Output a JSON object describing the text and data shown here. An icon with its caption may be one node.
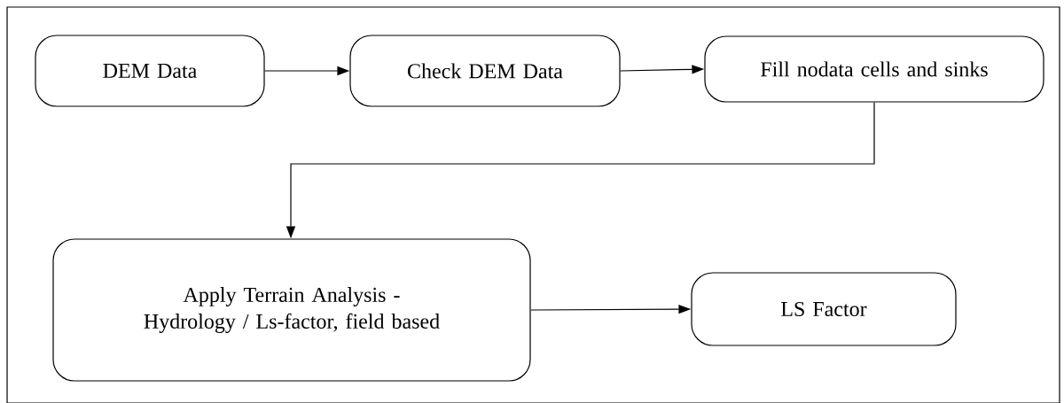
{
  "diagram": {
    "nodes": [
      {
        "text": [
          "DEM Data"
        ]
      },
      {
        "text": [
          "Check DEM Data"
        ]
      },
      {
        "text": [
          "Fill nodata cells and sinks"
        ]
      },
      {
        "text": [
          "Apply Terrain Analysis - Hydrology / Ls-factor, field based"
        ]
      },
      {
        "text": [
          "LS Factor"
        ]
      }
    ],
    "edges": [
      {
        "from": 0,
        "to": 1,
        "arrow": "to"
      },
      {
        "from": 1,
        "to": 2,
        "arrow": "to"
      },
      {
        "from": 2,
        "to": 3,
        "arrow": "to"
      },
      {
        "from": 3,
        "to": 4,
        "arrow": "to"
      }
    ]
  }
}
